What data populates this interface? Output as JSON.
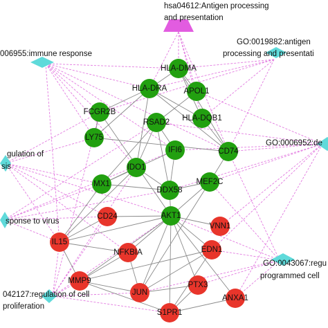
{
  "colors": {
    "gene_up": "#22a010",
    "gene_down": "#e8352b",
    "term_go": "#5fdada",
    "term_kegg": "#e25ce0",
    "edge_ppi": "#8a8a8a",
    "edge_term": "#e27ae0"
  },
  "terms": [
    {
      "id": "kegg_antigen",
      "kind": "kegg",
      "lines": [
        "hsa04612:Antigen processing",
        "and presentation"
      ]
    },
    {
      "id": "immune_response",
      "kind": "go",
      "lines": [
        "006955:immune response"
      ]
    },
    {
      "id": "go_antigen",
      "kind": "go",
      "lines": [
        "GO:0019882:antigen",
        "processing and presentati"
      ]
    },
    {
      "id": "reg_apoptosis",
      "kind": "go",
      "lines": [
        "gulation of",
        "sis"
      ]
    },
    {
      "id": "go_0006952",
      "kind": "go",
      "lines": [
        "GO:0006952:de"
      ]
    },
    {
      "id": "virus",
      "kind": "go",
      "lines": [
        "sponse to virus"
      ]
    },
    {
      "id": "reg_pcd",
      "kind": "go",
      "lines": [
        "GO:0043067:regu",
        "programmed cell"
      ]
    },
    {
      "id": "reg_prolif",
      "kind": "go",
      "lines": [
        "042127:regulation of cell",
        "proliferation"
      ]
    }
  ],
  "genes": [
    {
      "id": "HLA-DMA",
      "label": "HLA-DMA",
      "group": "up"
    },
    {
      "id": "HLA-DRA",
      "label": "HLA-DRA",
      "group": "up"
    },
    {
      "id": "APOL1",
      "label": "APOL1",
      "group": "up"
    },
    {
      "id": "FCGR2B",
      "label": "FCGR2B",
      "group": "up"
    },
    {
      "id": "RSAD2",
      "label": "RSAD2",
      "group": "up"
    },
    {
      "id": "HLA-DQB1",
      "label": "HLA-DQB1",
      "group": "up"
    },
    {
      "id": "LY75",
      "label": "LY75",
      "group": "up"
    },
    {
      "id": "IFI6",
      "label": "IFI6",
      "group": "up"
    },
    {
      "id": "CD74",
      "label": "CD74",
      "group": "up"
    },
    {
      "id": "IDO1",
      "label": "IDO1",
      "group": "up"
    },
    {
      "id": "MX1",
      "label": "MX1",
      "group": "up"
    },
    {
      "id": "MEF2C",
      "label": "MEF2C",
      "group": "up"
    },
    {
      "id": "DDX58",
      "label": "DDX58",
      "group": "up"
    },
    {
      "id": "AKT1",
      "label": "AKT1",
      "group": "up"
    },
    {
      "id": "CD24",
      "label": "CD24",
      "group": "down"
    },
    {
      "id": "VNN1",
      "label": "VNN1",
      "group": "down"
    },
    {
      "id": "IL15",
      "label": "IL15",
      "group": "down"
    },
    {
      "id": "NFKBIA",
      "label": "NFKBIA",
      "group": "down"
    },
    {
      "id": "EDN1",
      "label": "EDN1",
      "group": "down"
    },
    {
      "id": "MMP9",
      "label": "MMP9",
      "group": "down"
    },
    {
      "id": "JUN",
      "label": "JUN",
      "group": "down"
    },
    {
      "id": "PTX3",
      "label": "PTX3",
      "group": "down"
    },
    {
      "id": "ANXA1",
      "label": "ANXA1",
      "group": "down"
    },
    {
      "id": "S1PR1",
      "label": "S1PR1",
      "group": "down"
    }
  ],
  "ppi_edges": [
    [
      "HLA-DMA",
      "HLA-DRA"
    ],
    [
      "HLA-DMA",
      "APOL1"
    ],
    [
      "HLA-DMA",
      "HLA-DQB1"
    ],
    [
      "HLA-DMA",
      "CD74"
    ],
    [
      "HLA-DRA",
      "HLA-DQB1"
    ],
    [
      "HLA-DRA",
      "CD74"
    ],
    [
      "HLA-DRA",
      "FCGR2B"
    ],
    [
      "HLA-DRA",
      "LY75"
    ],
    [
      "HLA-DRA",
      "IDO1"
    ],
    [
      "HLA-DQB1",
      "CD74"
    ],
    [
      "RSAD2",
      "IFI6"
    ],
    [
      "RSAD2",
      "MX1"
    ],
    [
      "RSAD2",
      "DDX58"
    ],
    [
      "RSAD2",
      "IDO1"
    ],
    [
      "RSAD2",
      "APOL1"
    ],
    [
      "IFI6",
      "MX1"
    ],
    [
      "IFI6",
      "DDX58"
    ],
    [
      "MX1",
      "DDX58"
    ],
    [
      "IDO1",
      "MX1"
    ],
    [
      "IDO1",
      "DDX58"
    ],
    [
      "FCGR2B",
      "LY75"
    ],
    [
      "FCGR2B",
      "AKT1"
    ],
    [
      "LY75",
      "CD74"
    ],
    [
      "CD74",
      "MEF2C"
    ],
    [
      "MEF2C",
      "AKT1"
    ],
    [
      "MEF2C",
      "DDX58"
    ],
    [
      "AKT1",
      "CD24"
    ],
    [
      "AKT1",
      "IL15"
    ],
    [
      "AKT1",
      "NFKBIA"
    ],
    [
      "AKT1",
      "EDN1"
    ],
    [
      "AKT1",
      "MMP9"
    ],
    [
      "AKT1",
      "JUN"
    ],
    [
      "AKT1",
      "PTX3"
    ],
    [
      "AKT1",
      "ANXA1"
    ],
    [
      "AKT1",
      "S1PR1"
    ],
    [
      "AKT1",
      "VNN1"
    ],
    [
      "AKT1",
      "DDX58"
    ],
    [
      "IL15",
      "MMP9"
    ],
    [
      "IL15",
      "NFKBIA"
    ],
    [
      "NFKBIA",
      "JUN"
    ],
    [
      "NFKBIA",
      "MMP9"
    ],
    [
      "JUN",
      "MMP9"
    ],
    [
      "JUN",
      "EDN1"
    ],
    [
      "JUN",
      "PTX3"
    ],
    [
      "EDN1",
      "MMP9"
    ],
    [
      "EDN1",
      "S1PR1"
    ],
    [
      "PTX3",
      "S1PR1"
    ],
    [
      "ANXA1",
      "S1PR1"
    ],
    [
      "MMP9",
      "S1PR1"
    ],
    [
      "CD24",
      "IL15"
    ],
    [
      "IDO1",
      "IL15"
    ],
    [
      "MX1",
      "IL15"
    ],
    [
      "MEF2C",
      "JUN"
    ]
  ],
  "term_edges": [
    [
      "kegg_antigen",
      "HLA-DMA"
    ],
    [
      "kegg_antigen",
      "HLA-DRA"
    ],
    [
      "kegg_antigen",
      "HLA-DQB1"
    ],
    [
      "kegg_antigen",
      "CD74"
    ],
    [
      "kegg_antigen",
      "APOL1"
    ],
    [
      "immune_response",
      "HLA-DMA"
    ],
    [
      "immune_response",
      "HLA-DRA"
    ],
    [
      "immune_response",
      "FCGR2B"
    ],
    [
      "immune_response",
      "LY75"
    ],
    [
      "immune_response",
      "CD74"
    ],
    [
      "immune_response",
      "IFI6"
    ],
    [
      "immune_response",
      "IL15"
    ],
    [
      "immune_response",
      "IDO1"
    ],
    [
      "go_antigen",
      "HLA-DMA"
    ],
    [
      "go_antigen",
      "HLA-DRA"
    ],
    [
      "go_antigen",
      "HLA-DQB1"
    ],
    [
      "go_antigen",
      "CD74"
    ],
    [
      "go_antigen",
      "FCGR2B"
    ],
    [
      "reg_apoptosis",
      "AKT1"
    ],
    [
      "reg_apoptosis",
      "IL15"
    ],
    [
      "reg_apoptosis",
      "CD24"
    ],
    [
      "reg_apoptosis",
      "MX1"
    ],
    [
      "reg_apoptosis",
      "LY75"
    ],
    [
      "reg_apoptosis",
      "FCGR2B"
    ],
    [
      "reg_apoptosis",
      "NFKBIA"
    ],
    [
      "go_0006952",
      "CD74"
    ],
    [
      "go_0006952",
      "APOL1"
    ],
    [
      "go_0006952",
      "MEF2C"
    ],
    [
      "go_0006952",
      "IFI6"
    ],
    [
      "go_0006952",
      "RSAD2"
    ],
    [
      "go_0006952",
      "DDX58"
    ],
    [
      "go_0006952",
      "EDN1"
    ],
    [
      "go_0006952",
      "VNN1"
    ],
    [
      "go_0006952",
      "ANXA1"
    ],
    [
      "virus",
      "MX1"
    ],
    [
      "virus",
      "RSAD2"
    ],
    [
      "virus",
      "IFI6"
    ],
    [
      "virus",
      "IL15"
    ],
    [
      "virus",
      "DDX58"
    ],
    [
      "virus",
      "CD24"
    ],
    [
      "reg_pcd",
      "AKT1"
    ],
    [
      "reg_pcd",
      "EDN1"
    ],
    [
      "reg_pcd",
      "ANXA1"
    ],
    [
      "reg_pcd",
      "MEF2C"
    ],
    [
      "reg_pcd",
      "CD74"
    ],
    [
      "reg_pcd",
      "JUN"
    ],
    [
      "reg_pcd",
      "PTX3"
    ],
    [
      "reg_prolif",
      "IL15"
    ],
    [
      "reg_prolif",
      "MMP9"
    ],
    [
      "reg_prolif",
      "JUN"
    ],
    [
      "reg_prolif",
      "AKT1"
    ],
    [
      "reg_prolif",
      "CD24"
    ],
    [
      "reg_prolif",
      "IDO1"
    ],
    [
      "reg_prolif",
      "S1PR1"
    ],
    [
      "reg_prolif",
      "FCGR2B"
    ]
  ]
}
